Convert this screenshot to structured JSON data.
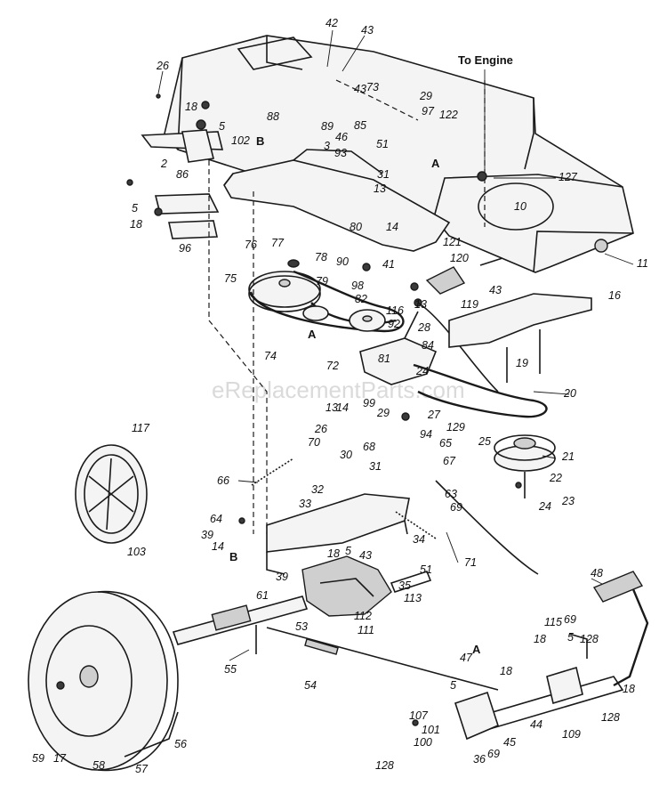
{
  "labels": {
    "to_engine": "To Engine",
    "watermark": "eReplacementParts.com",
    "marker_a1": "A",
    "marker_a2": "A",
    "marker_a3": "A",
    "marker_b1": "B",
    "marker_b2": "B"
  },
  "callouts": [
    {
      "id": "c42",
      "text": "42"
    },
    {
      "id": "c43a",
      "text": "43"
    },
    {
      "id": "c26a",
      "text": "26"
    },
    {
      "id": "c18a",
      "text": "18"
    },
    {
      "id": "c5a",
      "text": "5"
    },
    {
      "id": "c102",
      "text": "102"
    },
    {
      "id": "c2",
      "text": "2"
    },
    {
      "id": "c86",
      "text": "86"
    },
    {
      "id": "c5b",
      "text": "5"
    },
    {
      "id": "c18b",
      "text": "18"
    },
    {
      "id": "c96",
      "text": "96"
    },
    {
      "id": "c88",
      "text": "88"
    },
    {
      "id": "c43b",
      "text": "43"
    },
    {
      "id": "c73",
      "text": "73"
    },
    {
      "id": "c89",
      "text": "89"
    },
    {
      "id": "c29a",
      "text": "29"
    },
    {
      "id": "c97",
      "text": "97"
    },
    {
      "id": "c85",
      "text": "85"
    },
    {
      "id": "c46",
      "text": "46"
    },
    {
      "id": "c3",
      "text": "3"
    },
    {
      "id": "c51a",
      "text": "51"
    },
    {
      "id": "c122",
      "text": "122"
    },
    {
      "id": "c93",
      "text": "93"
    },
    {
      "id": "c31a",
      "text": "31"
    },
    {
      "id": "c13a",
      "text": "13"
    },
    {
      "id": "c127",
      "text": "127"
    },
    {
      "id": "c10",
      "text": "10"
    },
    {
      "id": "c14a",
      "text": "14"
    },
    {
      "id": "c11",
      "text": "11"
    },
    {
      "id": "c76",
      "text": "76"
    },
    {
      "id": "c77",
      "text": "77"
    },
    {
      "id": "c80",
      "text": "80"
    },
    {
      "id": "c121",
      "text": "121"
    },
    {
      "id": "c120",
      "text": "120"
    },
    {
      "id": "c75",
      "text": "75"
    },
    {
      "id": "c78",
      "text": "78"
    },
    {
      "id": "c90",
      "text": "90"
    },
    {
      "id": "c41",
      "text": "41"
    },
    {
      "id": "c79",
      "text": "79"
    },
    {
      "id": "c98",
      "text": "98"
    },
    {
      "id": "c82",
      "text": "82"
    },
    {
      "id": "c43c",
      "text": "43"
    },
    {
      "id": "c16",
      "text": "16"
    },
    {
      "id": "c13b",
      "text": "13"
    },
    {
      "id": "c119",
      "text": "119"
    },
    {
      "id": "c116",
      "text": "116"
    },
    {
      "id": "c92",
      "text": "92"
    },
    {
      "id": "c28",
      "text": "28"
    },
    {
      "id": "c74",
      "text": "74"
    },
    {
      "id": "c84",
      "text": "84"
    },
    {
      "id": "c72",
      "text": "72"
    },
    {
      "id": "c81",
      "text": "81"
    },
    {
      "id": "c24",
      "text": "24"
    },
    {
      "id": "c19",
      "text": "19"
    },
    {
      "id": "c20",
      "text": "20"
    },
    {
      "id": "c99",
      "text": "99"
    },
    {
      "id": "c13c",
      "text": "13"
    },
    {
      "id": "c14b",
      "text": "14"
    },
    {
      "id": "c29b",
      "text": "29"
    },
    {
      "id": "c27",
      "text": "27"
    },
    {
      "id": "c129",
      "text": "129"
    },
    {
      "id": "c117",
      "text": "117"
    },
    {
      "id": "c26b",
      "text": "26"
    },
    {
      "id": "c94",
      "text": "94"
    },
    {
      "id": "c25",
      "text": "25"
    },
    {
      "id": "c70",
      "text": "70"
    },
    {
      "id": "c68",
      "text": "68"
    },
    {
      "id": "c65",
      "text": "65"
    },
    {
      "id": "c30",
      "text": "30"
    },
    {
      "id": "c31b",
      "text": "31"
    },
    {
      "id": "c67",
      "text": "67"
    },
    {
      "id": "c21",
      "text": "21"
    },
    {
      "id": "c66",
      "text": "66"
    },
    {
      "id": "c32",
      "text": "32"
    },
    {
      "id": "c22",
      "text": "22"
    },
    {
      "id": "c23",
      "text": "23"
    },
    {
      "id": "c24b",
      "text": "24"
    },
    {
      "id": "c63",
      "text": "63"
    },
    {
      "id": "c69a",
      "text": "69"
    },
    {
      "id": "c33",
      "text": "33"
    },
    {
      "id": "c64",
      "text": "64"
    },
    {
      "id": "c39a",
      "text": "39"
    },
    {
      "id": "c14c",
      "text": "14"
    },
    {
      "id": "c34",
      "text": "34"
    },
    {
      "id": "c71",
      "text": "71"
    },
    {
      "id": "c103",
      "text": "103"
    },
    {
      "id": "c18c",
      "text": "18"
    },
    {
      "id": "c5c",
      "text": "5"
    },
    {
      "id": "c43d",
      "text": "43"
    },
    {
      "id": "c51b",
      "text": "51"
    },
    {
      "id": "c48",
      "text": "48"
    },
    {
      "id": "c39b",
      "text": "39"
    },
    {
      "id": "c35",
      "text": "35"
    },
    {
      "id": "c61",
      "text": "61"
    },
    {
      "id": "c113",
      "text": "113"
    },
    {
      "id": "c112",
      "text": "112"
    },
    {
      "id": "c111",
      "text": "111"
    },
    {
      "id": "c53",
      "text": "53"
    },
    {
      "id": "c115",
      "text": "115"
    },
    {
      "id": "c69b",
      "text": "69"
    },
    {
      "id": "c18d",
      "text": "18"
    },
    {
      "id": "c5d",
      "text": "5"
    },
    {
      "id": "c128a",
      "text": "128"
    },
    {
      "id": "c55",
      "text": "55"
    },
    {
      "id": "c47",
      "text": "47"
    },
    {
      "id": "c18e",
      "text": "18"
    },
    {
      "id": "c54",
      "text": "54"
    },
    {
      "id": "c5e",
      "text": "5"
    },
    {
      "id": "c18f",
      "text": "18"
    },
    {
      "id": "c107",
      "text": "107"
    },
    {
      "id": "c101",
      "text": "101"
    },
    {
      "id": "c100",
      "text": "100"
    },
    {
      "id": "c128b",
      "text": "128"
    },
    {
      "id": "c44",
      "text": "44"
    },
    {
      "id": "c109",
      "text": "109"
    },
    {
      "id": "c128c",
      "text": "128"
    },
    {
      "id": "c45",
      "text": "45"
    },
    {
      "id": "c36",
      "text": "36"
    },
    {
      "id": "c69c",
      "text": "69"
    },
    {
      "id": "c59",
      "text": "59"
    },
    {
      "id": "c17",
      "text": "17"
    },
    {
      "id": "c58",
      "text": "58"
    },
    {
      "id": "c57",
      "text": "57"
    },
    {
      "id": "c56",
      "text": "56"
    }
  ]
}
